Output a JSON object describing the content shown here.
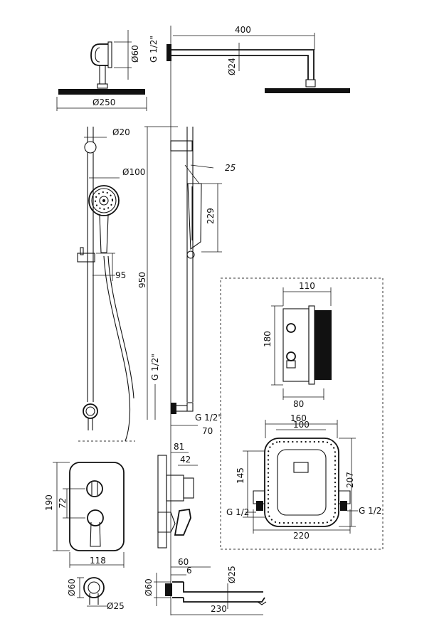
{
  "dimensions": {
    "arm_length": "400",
    "wall_flange_dia": "Ø60",
    "thread_top": "G 1/2\"",
    "arm_dia": "Ø24",
    "head_dia": "Ø250",
    "bar_dia": "Ø20",
    "hand_shower_dia": "Ø100",
    "angle": "25",
    "hand_shower_len": "229",
    "bar_height": "950",
    "hose_offset": "95",
    "thread_side": "G 1/2\"",
    "thread_bottom": "G 1/2\"",
    "outlet_depth": "70",
    "mixer_depth_total": "81",
    "mixer_depth_body": "42",
    "plate_height": "190",
    "handle_offset": "72",
    "plate_width": "118",
    "spout_projection": "60",
    "spout_flange": "6",
    "spout_dia": "Ø25",
    "spout_flange_dia": "Ø60",
    "spout_length": "230",
    "spout_front_flange_dia": "Ø60",
    "spout_front_dia": "Ø25",
    "box_width": "110",
    "box_height": "180",
    "box_depth": "80",
    "frame_outer": "160",
    "frame_inner": "100",
    "frame_height_inner": "145",
    "frame_height_outer": "207",
    "frame_width_total": "220",
    "frame_thread_left": "G 1/2",
    "frame_thread_right": "G 1/2"
  }
}
